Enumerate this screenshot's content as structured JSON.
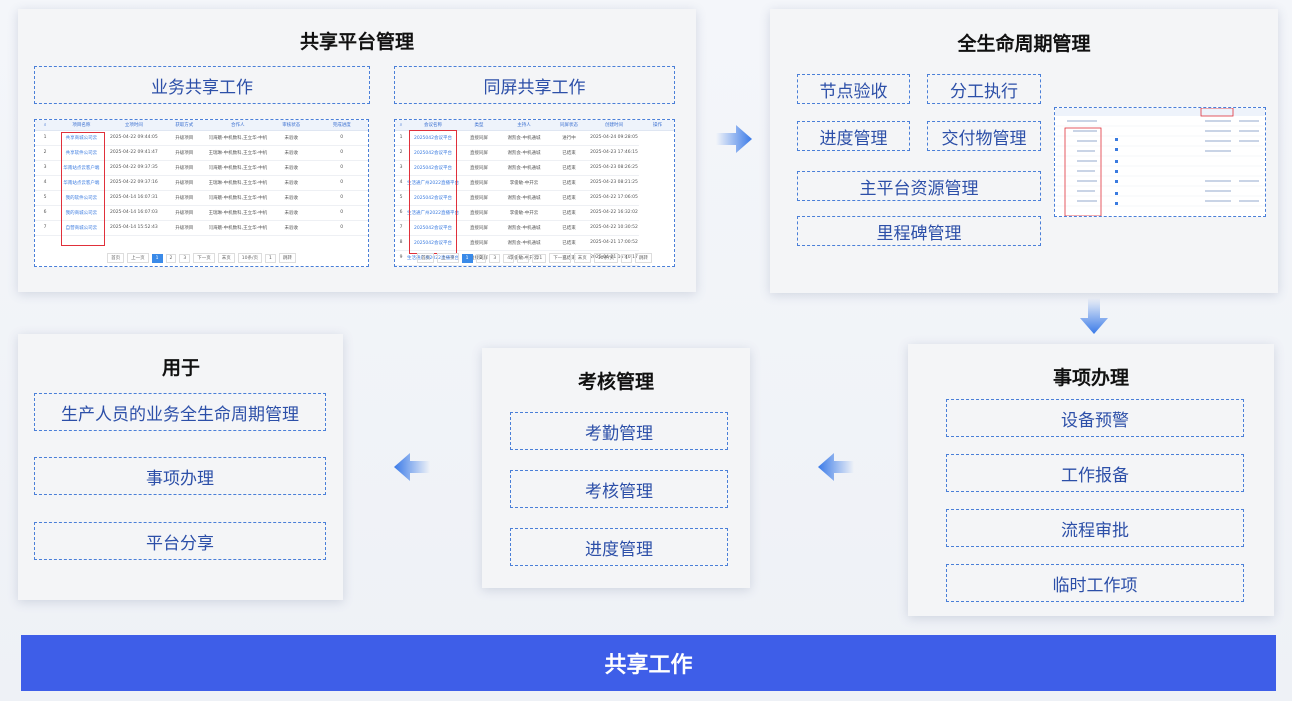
{
  "shared_platform": {
    "title": "共享平台管理",
    "business_share": "业务共享工作",
    "screen_share": "同屏共享工作",
    "table1": {
      "headers": [
        "项目名称",
        "立项时间",
        "获取方式",
        "合作人",
        "审核状态",
        "完成进度"
      ],
      "rows": [
        [
          "共享商城公司云",
          "2025-04-22 09:44:05",
          "升级项目",
          "闫海娥-中机数科,王立华-中机数科",
          "未验收",
          "0"
        ],
        [
          "共享软件公司云",
          "2025-04-22 09:41:47",
          "升级项目",
          "王瑞琳-中机数科,王立华-中机数科",
          "未验收",
          "0"
        ],
        [
          "华南站点云客户端",
          "2025-04-22 09:37:35",
          "升级项目",
          "闫海娥-中机数科,王立华-中机数科",
          "未验收",
          "0"
        ],
        [
          "华南站点云客户端",
          "2025-04-22 09:37:16",
          "升级项目",
          "王瑞琳-中机数科,王立华-中机数科",
          "未验收",
          "0"
        ],
        [
          "我的软件公司云",
          "2025-04-14 16:07:31",
          "升级项目",
          "闫海娥-中机数科,王立华-中机数科",
          "未验收",
          "0"
        ],
        [
          "我的商城公司云",
          "2025-04-14 16:07:03",
          "升级项目",
          "王瑞琳-中机数科,王立华-中机数科",
          "未验收",
          "0"
        ],
        [
          "自营商城公司云",
          "2025-04-14 15:52:43",
          "升级项目",
          "闫海娥-中机数科,王立华-中机数科",
          "未验收",
          "0"
        ]
      ],
      "pager": [
        "首页",
        "上一页",
        "1",
        "2",
        "3",
        "下一页",
        "末页",
        "10条/页",
        "1",
        "跳转"
      ]
    },
    "table2": {
      "headers": [
        "会议名称",
        "类型",
        "主持人",
        "同屏状态",
        "创建时间",
        "操作"
      ],
      "rows": [
        [
          "2025042会议平台",
          "直接同屏",
          "谢凯会-中机通城",
          "进行中",
          "2025-04-24 09:28:05"
        ],
        [
          "2025042会议平台",
          "直接同屏",
          "谢凯会-中机通城",
          "已结束",
          "2025-04-23 17:46:15"
        ],
        [
          "2025042会议平台",
          "直接同屏",
          "谢凯会-中机通城",
          "已结束",
          "2025-04-23 08:26:25"
        ],
        [
          "生活通广州2022直播平台",
          "直接同屏",
          "李俊敏-中开云",
          "已结束",
          "2025-04-23 08:21:25"
        ],
        [
          "2025042会议平台",
          "直接同屏",
          "谢凯会-中机通城",
          "已结束",
          "2025-04-22 17:06:05"
        ],
        [
          "生活通广州2022直播平台",
          "直接同屏",
          "李俊敏-中开云",
          "已结束",
          "2025-04-22 16:32:02"
        ],
        [
          "2025042会议平台",
          "直接同屏",
          "谢凯会-中机通城",
          "已结束",
          "2025-04-22 10:30:52"
        ],
        [
          "2025042会议平台",
          "直接同屏",
          "谢凯会-中机通城",
          "已结束",
          "2025-04-21 17:00:52"
        ],
        [
          "生活通广州2022直播平台",
          "直接同屏",
          "李俊敏-中开云",
          "已结束",
          "2025-04-21 16:40:17"
        ]
      ],
      "pager": [
        "首页",
        "上一页",
        "1",
        "2",
        "3",
        "4",
        "...",
        "21",
        "下一页",
        "末页",
        "10条/页",
        "1",
        "跳转"
      ]
    }
  },
  "lifecycle": {
    "title": "全生命周期管理",
    "items": [
      "节点验收",
      "分工执行",
      "进度管理",
      "交付物管理",
      "主平台资源管理",
      "里程碑管理"
    ]
  },
  "matters": {
    "title": "事项办理",
    "items": [
      "设备预警",
      "工作报备",
      "流程审批",
      "临时工作项"
    ]
  },
  "assessment": {
    "title": "考核管理",
    "items": [
      "考勤管理",
      "考核管理",
      "进度管理"
    ]
  },
  "usage": {
    "title": "用于",
    "items": [
      "生产人员的业务全生命周期管理",
      "事项办理",
      "平台分享"
    ]
  },
  "footer": {
    "label": "共享工作"
  },
  "colors": {
    "accent": "#3e5ee8",
    "dashed_border": "#4a7fd8",
    "highlight": "#e0303a"
  }
}
